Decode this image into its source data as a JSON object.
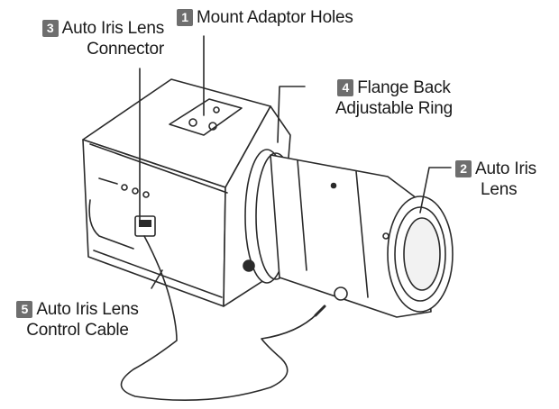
{
  "callouts": [
    {
      "number": "1",
      "line1": "Mount Adaptor Holes",
      "line2": ""
    },
    {
      "number": "2",
      "line1": "Auto Iris",
      "line2": "Lens"
    },
    {
      "number": "3",
      "line1": "Auto Iris Lens",
      "line2": "Connector"
    },
    {
      "number": "4",
      "line1": "Flange Back",
      "line2": "Adjustable Ring"
    },
    {
      "number": "5",
      "line1": "Auto Iris Lens",
      "line2": "Control Cable"
    }
  ],
  "colors": {
    "line_art": "#2a2a2a",
    "badge": "#6e6e6e",
    "text": "#1a1a1a"
  }
}
